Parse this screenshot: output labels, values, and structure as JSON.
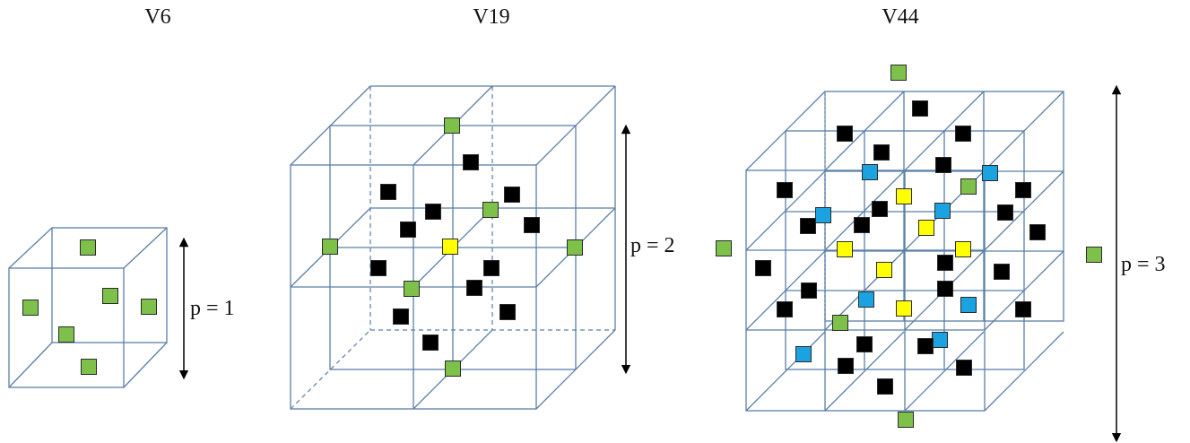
{
  "diagrams": [
    {
      "title": "V6",
      "p_label": "p = 1"
    },
    {
      "title": "V19",
      "p_label": "p = 2"
    },
    {
      "title": "V44",
      "p_label": "p = 3"
    }
  ],
  "colors": {
    "edge": "#5b7fa6",
    "green": "#7dc04a",
    "black": "#000000",
    "yellow": "#ffff00",
    "blue": "#1aa3e0"
  }
}
